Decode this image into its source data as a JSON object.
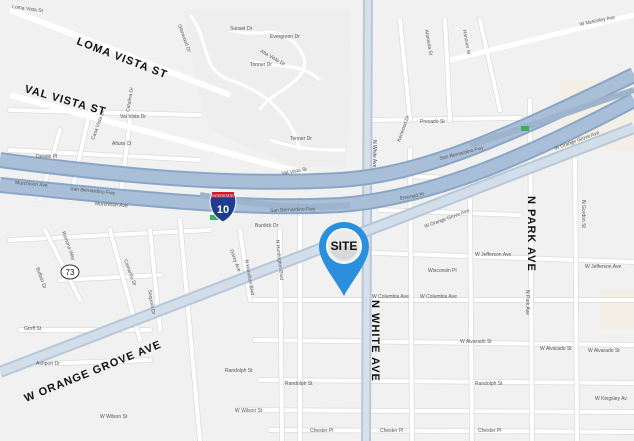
{
  "map": {
    "big_labels": {
      "loma_vista": "LOMA VISTA ST",
      "val_vista": "VAL VISTA ST",
      "orange_grove": "W ORANGE GROVE AVE",
      "n_park": "N PARK AVE",
      "n_white": "N WHITE AVE"
    },
    "marker": {
      "label": "SITE",
      "color": "#2a8fdc"
    },
    "interstate": {
      "number": "10",
      "banner": "INTERSTATE"
    },
    "route_shield": "73",
    "small_labels": {
      "sanbern1": "San Bernardino Fwy",
      "sanbern2": "San Bernardino Fwy",
      "sanbern3": "San Bernardino Fwy",
      "murchison1": "Murchison Ave",
      "murchison2": "Murchison Ave",
      "precado": "Precado St",
      "burdick": "Burdick Dr",
      "jefferson1": "W Jefferson Ave",
      "jefferson2": "W Jefferson Ave",
      "columbia1": "W Columbia Ave",
      "columbia2": "W Columbia Ave",
      "alvarado1": "W Alvarado St",
      "alvarado2": "W Alvarado St",
      "alvarado3": "W Alvarado St",
      "randolph1": "Randolph St",
      "randolph2": "Randolph St",
      "randolph3": "Randolph St",
      "wilson1": "W Wilson St",
      "wilson2": "W Wilson St",
      "kingsley": "W Kingsley Av",
      "chester1": "Chester Pl",
      "chester2": "Chester Pl",
      "chester3": "Chester Pl",
      "mckinley": "W McKinley Ave",
      "orange_small": "W Orange Grove Ave",
      "orange_small2": "W Orange Grove Ave",
      "wisconsin": "Wisconsin Pl",
      "val_vista_sm": "Val Vista St",
      "val_vista_dr": "Val Vista Dr",
      "hamilton": "N Hamilton Blvd",
      "huntington": "N Huntington Blvd",
      "garey": "Garey Ave",
      "gordon": "N Gordon St",
      "park_sm": "N Park Ave",
      "white_sm": "N White Ave",
      "loma_sm": "Loma Vista St",
      "sunset": "Sunset Dr",
      "evergreen": "Evergreen Dr",
      "alta_vista": "Alta Vista Dr",
      "tonner1": "Tonner Dr",
      "tonner2": "Tonner Dr",
      "glenwood": "Glenwood Dr",
      "altura": "Altura Ct",
      "dessie": "Dessie Pl",
      "casa_vista": "Casa Vista Dr",
      "catalina": "Catalina Dr",
      "camarillo": "Camarillo Dr",
      "almeda": "Alameda St",
      "hanover": "Hanover St",
      "kenwood": "Kenwood Dr",
      "emerald": "Emerald Pl",
      "sequoia": "Sequoia Dr",
      "groff": "Groff St",
      "ashport": "Ashport Dr",
      "buffalo": "Buffalo Dr",
      "ramona": "Ramona Way"
    }
  }
}
